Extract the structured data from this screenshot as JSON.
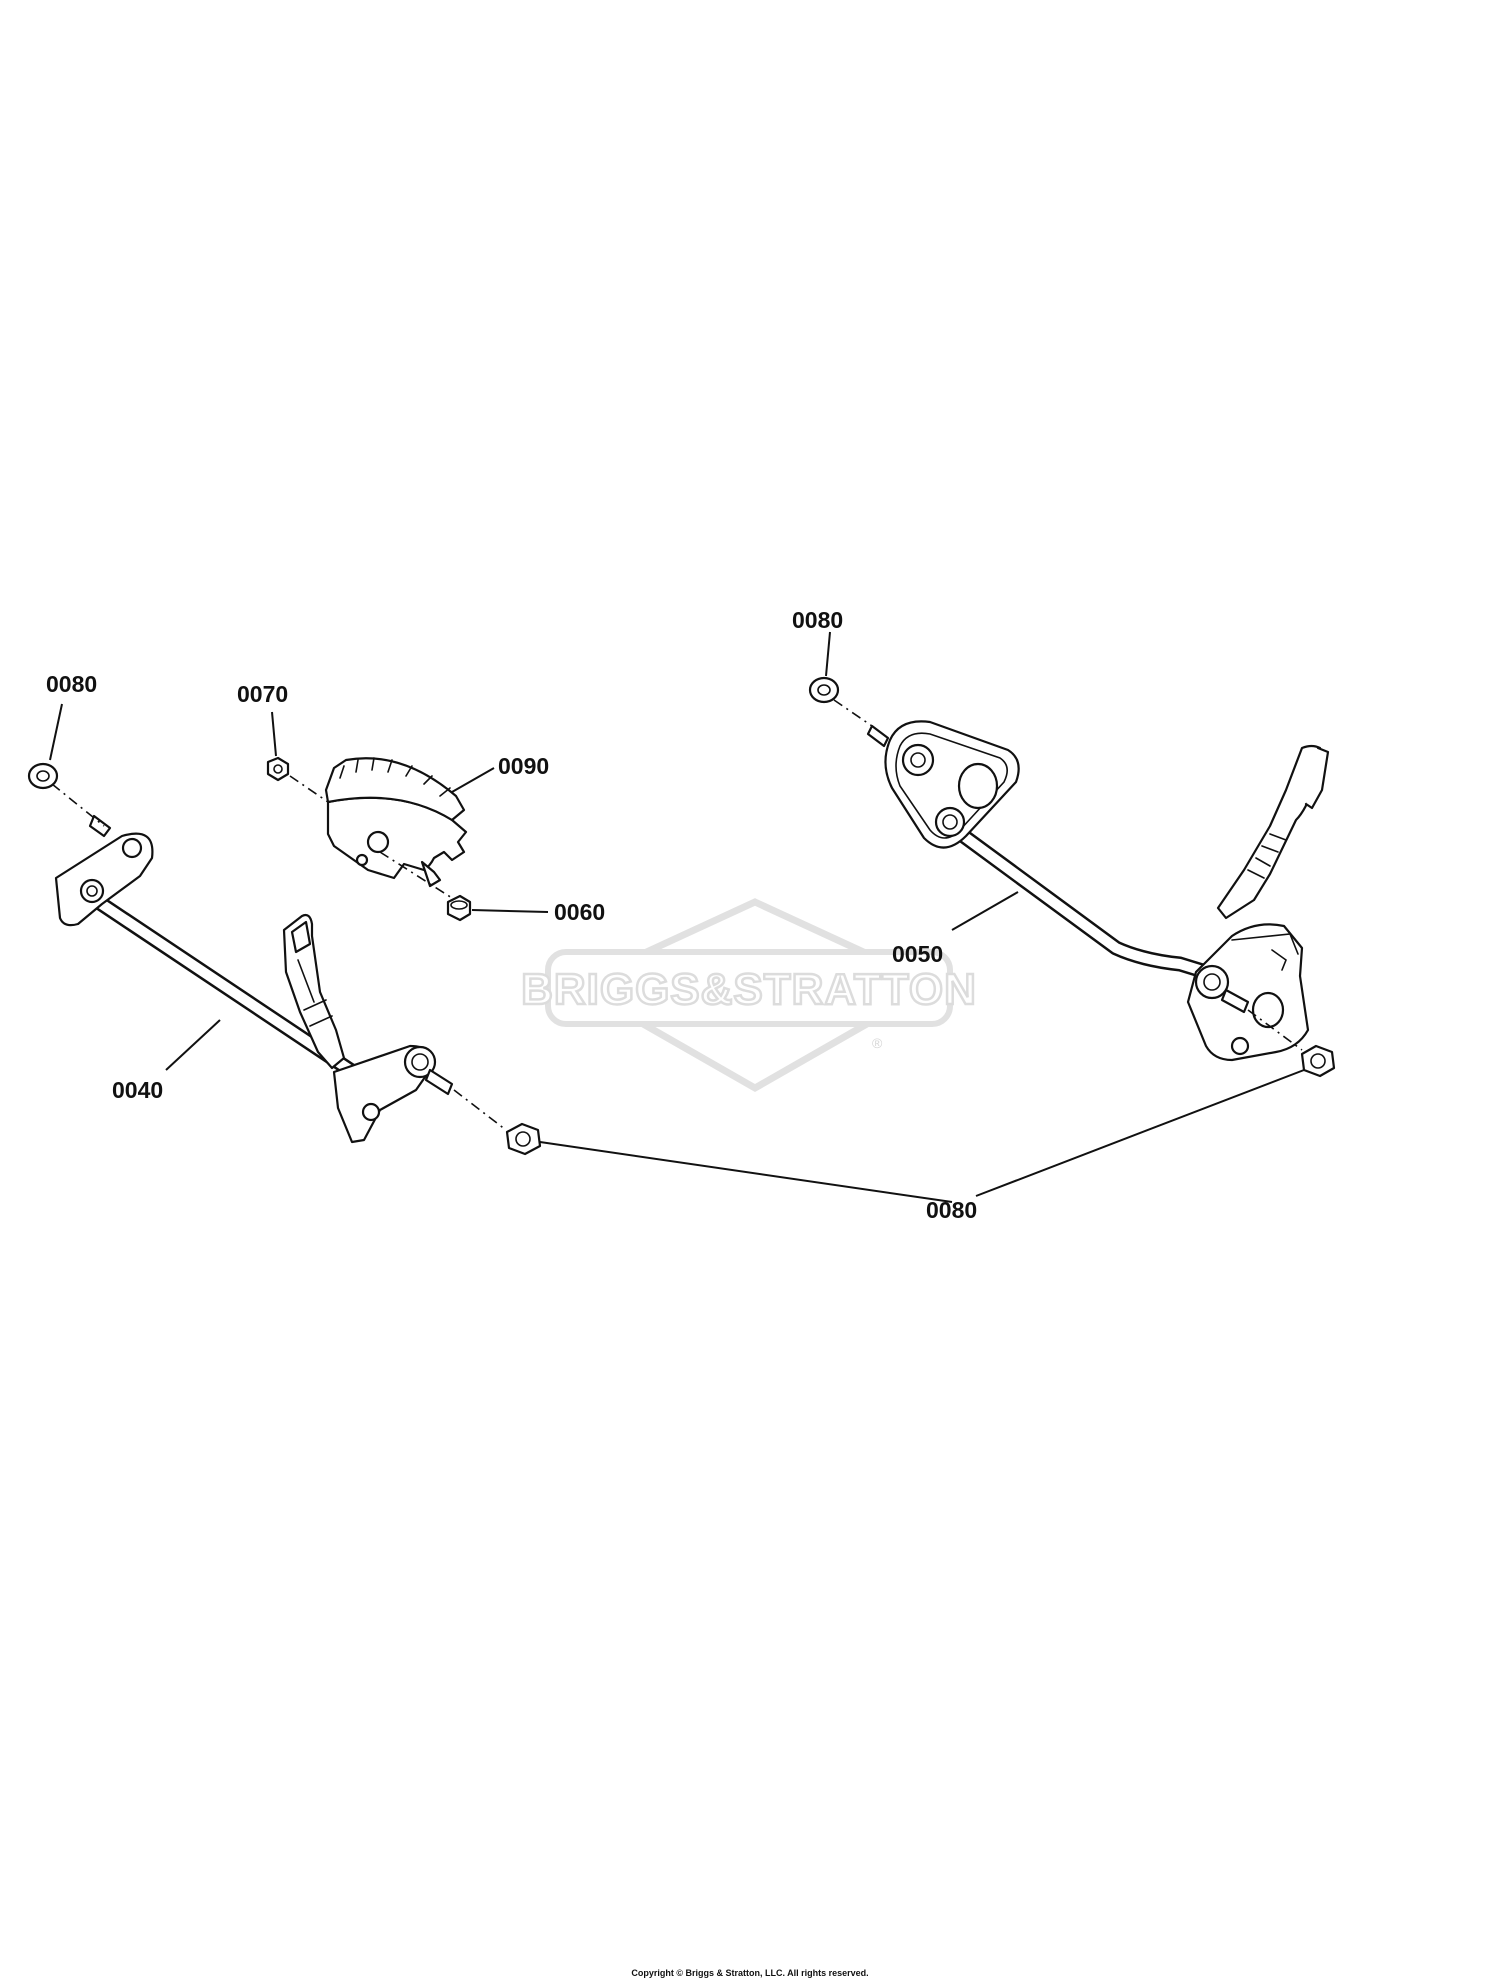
{
  "watermark": {
    "brand": "BRIGGS&STRATTON",
    "mark": "®"
  },
  "callouts": [
    {
      "id": "c1",
      "label": "0080"
    },
    {
      "id": "c2",
      "label": "0070"
    },
    {
      "id": "c3",
      "label": "0090"
    },
    {
      "id": "c4",
      "label": "0060"
    },
    {
      "id": "c5",
      "label": "0040"
    },
    {
      "id": "c6",
      "label": "0080"
    },
    {
      "id": "c7",
      "label": "0050"
    },
    {
      "id": "c8",
      "label": "0080"
    }
  ],
  "footer": {
    "copyright": "Copyright © Briggs & Stratton, LLC. All rights reserved."
  }
}
